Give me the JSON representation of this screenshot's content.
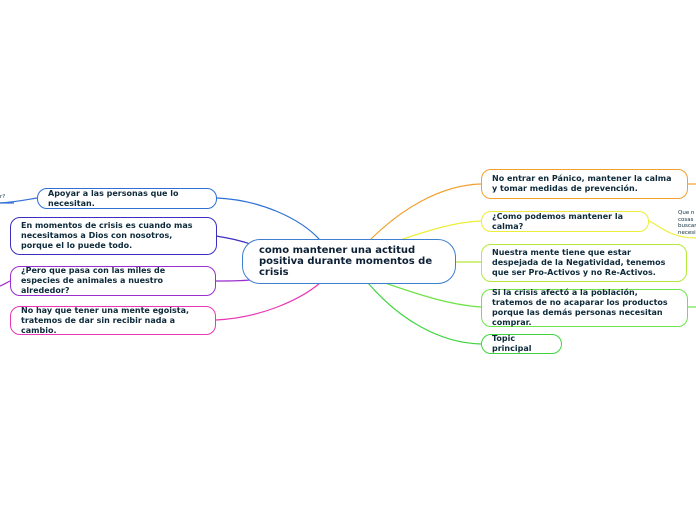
{
  "central": {
    "text": "como mantener una actitud positiva durante momentos de crisis",
    "color": "#3f7fcf"
  },
  "left_topics": [
    {
      "id": "apoyar",
      "text": "Apoyar a las personas que lo necesitan.",
      "color": "#2f6fd6"
    },
    {
      "id": "dios",
      "text": "En momentos de crisis es cuando mas necesitamos a Dios con nosotros, porque el lo puede todo.",
      "color": "#3a2fbf"
    },
    {
      "id": "especies",
      "text": "¿Pero que pasa con las miles de especies de animales a nuestro alrededor?",
      "color": "#9b2fd0"
    },
    {
      "id": "egoista",
      "text": "No hay que tener una mente egoista, tratemos de dar sin recibir nada a cambio.",
      "color": "#e838b5"
    }
  ],
  "right_topics": [
    {
      "id": "panico",
      "text": "No entrar en Pánico, mantener la calma y tomar medidas de prevención.",
      "color": "#f2a030"
    },
    {
      "id": "calma",
      "text": "¿Como podemos mantener la calma?",
      "color": "#eded3a"
    },
    {
      "id": "mente",
      "text": "Nuestra mente tiene que estar despejada de la Negatividad, tenemos que ser Pro-Activos y no Re-Activos.",
      "color": "#b4e83a"
    },
    {
      "id": "poblacion",
      "text": "Si la crisis afectó a la población, tratemos de no acaparar los productos porque las demás personas necesitan comprar.",
      "color": "#6fe34a"
    },
    {
      "id": "topic",
      "text": "Topic principal",
      "color": "#3fd33f"
    }
  ],
  "notes": {
    "left_edge": "r?",
    "right_edge": "Que n\ncosas\nbuscar\nnecesi"
  }
}
